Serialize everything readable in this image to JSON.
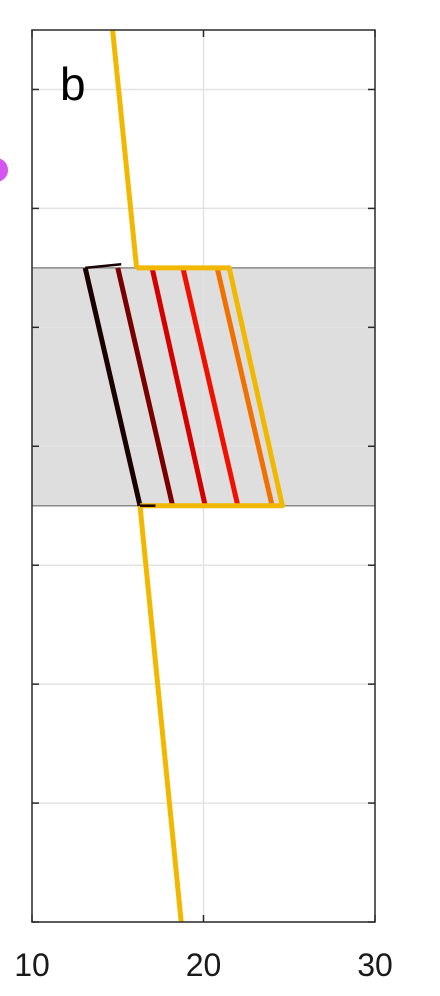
{
  "chart_data": {
    "type": "line",
    "panel_label": "b",
    "xlim": [
      10,
      30
    ],
    "ylim": [
      -7.5,
      0
    ],
    "xticks": [
      10,
      20,
      30
    ],
    "xtick_labels": [
      "10",
      "20",
      "30"
    ],
    "yticks": [
      -7.5,
      -6.5,
      -5.5,
      -4.5,
      -3.5,
      -2.5,
      -1.5,
      -0.5
    ],
    "grid": true,
    "shaded_band": {
      "y_from": -4.0,
      "y_to": -2.0,
      "color": "#dedede"
    },
    "series": [
      {
        "color": "#f2b800",
        "width": 5,
        "x": [
          14.7,
          16.1
        ],
        "y": [
          0,
          -2.0
        ]
      },
      {
        "color": "#f2b800",
        "width": 5,
        "x": [
          16.3,
          18.7
        ],
        "y": [
          -4.0,
          -7.5
        ]
      },
      {
        "color": "#1a0000",
        "width": 5,
        "x": [
          13.1,
          16.3
        ],
        "y": [
          -2.0,
          -4.0
        ]
      },
      {
        "color": "#7a0000",
        "width": 5,
        "x": [
          15.0,
          18.2
        ],
        "y": [
          -2.0,
          -4.0
        ]
      },
      {
        "color": "#d40000",
        "width": 5,
        "x": [
          17.0,
          20.1
        ],
        "y": [
          -2.0,
          -4.0
        ]
      },
      {
        "color": "#f01000",
        "width": 5,
        "x": [
          18.8,
          22.0
        ],
        "y": [
          -2.0,
          -4.0
        ]
      },
      {
        "color": "#f07000",
        "width": 5,
        "x": [
          20.8,
          24.0
        ],
        "y": [
          -2.0,
          -4.0
        ]
      },
      {
        "color": "#f2b800",
        "width": 5,
        "x": [
          16.1,
          21.5,
          24.6,
          16.3
        ],
        "y": [
          -2.0,
          -2.0,
          -4.0,
          -4.0
        ]
      },
      {
        "color": "#1a0000",
        "width": 2.5,
        "x": [
          13.1,
          15.2
        ],
        "y": [
          -2.0,
          -1.97
        ]
      },
      {
        "color": "#1a0000",
        "width": 2.5,
        "x": [
          16.3,
          17.2
        ],
        "y": [
          -4.0,
          -4.0
        ]
      }
    ]
  }
}
